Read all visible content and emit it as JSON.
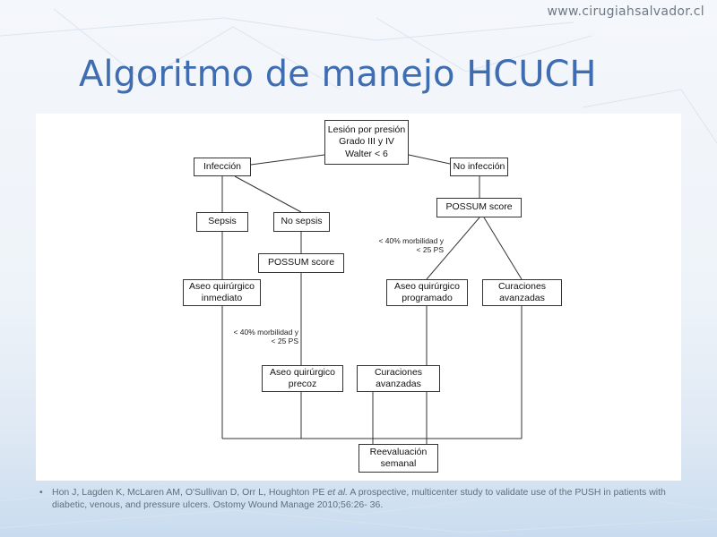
{
  "header": {
    "site": "www.cirugiahsalvador.cl",
    "title": "Algoritmo de manejo HCUCH"
  },
  "diagram": {
    "nodes": {
      "root": "Lesión por presión\nGrado III y IV\nWalter < 6",
      "infeccion": "Infección",
      "no_infeccion": "No infección",
      "sepsis": "Sepsis",
      "no_sepsis": "No sepsis",
      "possum_right": "POSSUM score",
      "possum_left": "POSSUM score",
      "aseo_inmediato": "Aseo quirúrgico\ninmediato",
      "aseo_programado": "Aseo quirúrgico\nprogramado",
      "curaciones_right": "Curaciones\navanzadas",
      "aseo_precoz": "Aseo quirúrgico\nprecoz",
      "curaciones_mid": "Curaciones\navanzadas",
      "reevaluacion": "Reevaluación\nsemanal"
    },
    "edge_labels": {
      "right": "< 40% morbilidad y\n< 25 PS",
      "left": "< 40% morbilidad y\n< 25 PS"
    }
  },
  "reference": {
    "bullet": "•",
    "authors": "Hon J, Lagden K, McLaren AM, O'Sullivan D, Orr L, Houghton PE ",
    "et_al": "et al.",
    "text": " A prospective, multicenter study to validate use of the PUSH in patients with diabetic, venous, and pressure ulcers. Ostomy Wound Manage 2010;56:26-  36."
  }
}
